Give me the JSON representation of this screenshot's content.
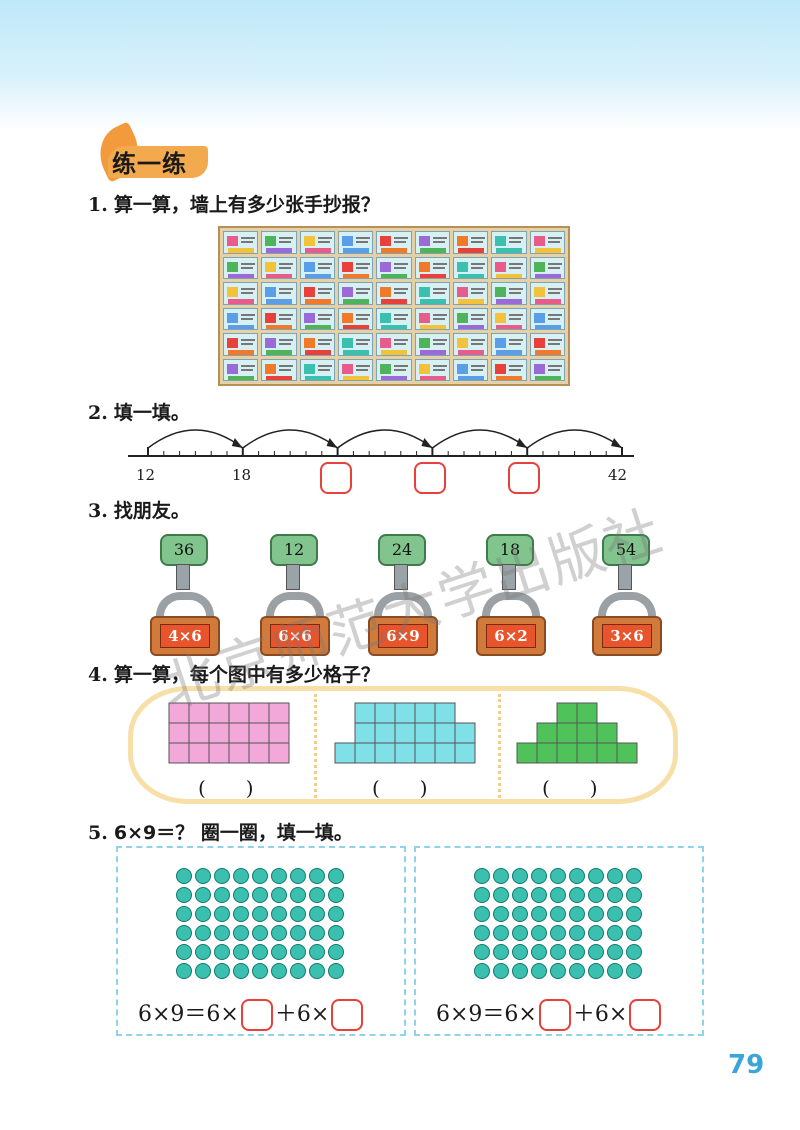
{
  "badge": "练一练",
  "q1": {
    "num": "1.",
    "text": "算一算，墙上有多少张手抄报？"
  },
  "q2": {
    "num": "2.",
    "text": "填一填。",
    "labels": [
      "12",
      "18",
      "42"
    ]
  },
  "q3": {
    "num": "3.",
    "text": "找朋友。",
    "keys": [
      "36",
      "12",
      "24",
      "18",
      "54"
    ],
    "locks": [
      "4×6",
      "6×6",
      "6×9",
      "6×2",
      "3×6"
    ]
  },
  "q4": {
    "num": "4.",
    "text": "算一算，每个图中有多少格子？",
    "paren": "(　　)"
  },
  "q5": {
    "num": "5.",
    "text": "6×9＝？ 圈一圈，填一填。",
    "eq_left": "6×9＝6×",
    "eq_mid": "＋6×"
  },
  "watermark": "北京师范大学出版社",
  "page_number": "79",
  "colors": {
    "pink": "#f2a8d8",
    "cyan": "#7fe0e8",
    "green": "#4fc25a",
    "dot": "#3bbfae",
    "box": "#e8403a"
  }
}
